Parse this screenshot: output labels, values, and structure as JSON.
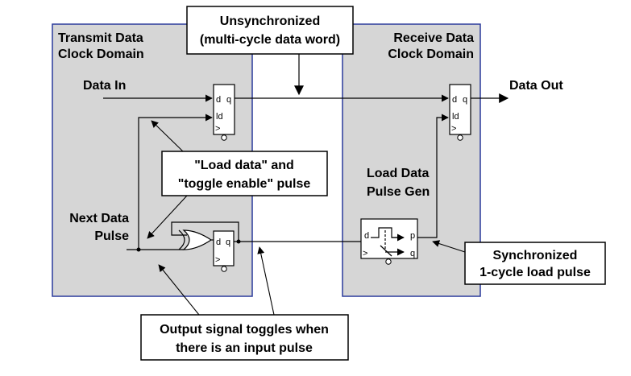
{
  "domains": {
    "transmit": [
      "Transmit Data",
      "Clock Domain"
    ],
    "receive": [
      "Receive Data",
      "Clock Domain"
    ]
  },
  "callouts": {
    "unsync": [
      "Unsynchronized",
      "(multi-cycle data word)"
    ],
    "load_toggle": [
      "\"Load data\" and",
      "\"toggle enable\" pulse"
    ],
    "sync_pulse": [
      "Synchronized",
      "1-cycle load pulse"
    ],
    "output_toggle": [
      "Output signal toggles when",
      "there is an input pulse"
    ]
  },
  "signals": {
    "data_in": "Data In",
    "data_out": "Data Out",
    "next_pulse": [
      "Next Data",
      "Pulse"
    ],
    "pulse_gen": [
      "Load Data",
      "Pulse Gen"
    ]
  },
  "pins": {
    "d": "d",
    "q": "q",
    "ld": "ld",
    "p": "p",
    "clk": ">"
  }
}
